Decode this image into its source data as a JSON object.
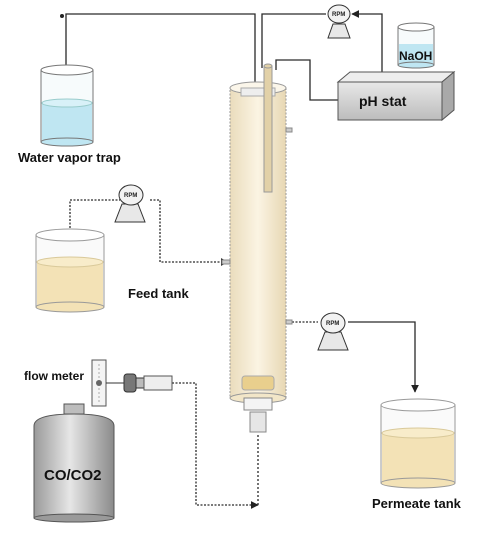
{
  "diagram": {
    "labels": {
      "water_vapor_trap": "Water vapor trap",
      "feed_tank": "Feed tank",
      "flow_meter": "flow meter",
      "gas_cylinder": "CO/CO2",
      "permeate_tank": "Permeate tank",
      "ph_stat": "pH stat",
      "naoh": "NaOH",
      "pump_label": "RPM"
    },
    "colors": {
      "liquid_feed": "#f3e2b6",
      "liquid_water": "#bfe6f2",
      "column_fill": "#f7ecd3",
      "box_grey": "#d9d9d9",
      "cylinder_grey": "#c8c8c8",
      "line": "#2a2a2a"
    }
  }
}
